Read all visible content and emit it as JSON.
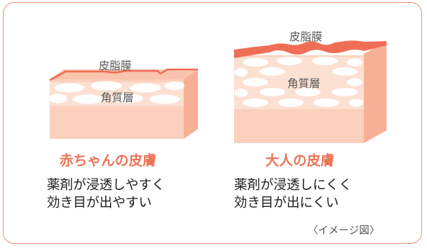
{
  "baby": {
    "membrane_label": "皮脂膜",
    "stratum_label": "角質層",
    "title": "赤ちゃんの皮膚",
    "description": [
      "薬剤が浸透しやすく",
      "効き目が出やすい"
    ]
  },
  "adult": {
    "membrane_label": "皮脂膜",
    "stratum_label": "角質層",
    "title": "大人の皮膚",
    "description": [
      "薬剤が浸透しにくく",
      "効き目が出にくい"
    ]
  },
  "note": "〈イメージ図〉",
  "colors": {
    "frame": "#e8907a",
    "title": "#ee7456",
    "membrane": "#ef6e55",
    "front_face": "#fbd0bc",
    "cell_band": "#fce0d2",
    "side_face": "#f7b096",
    "top_face": "#f9c3ac",
    "cell": "#ffffff"
  }
}
